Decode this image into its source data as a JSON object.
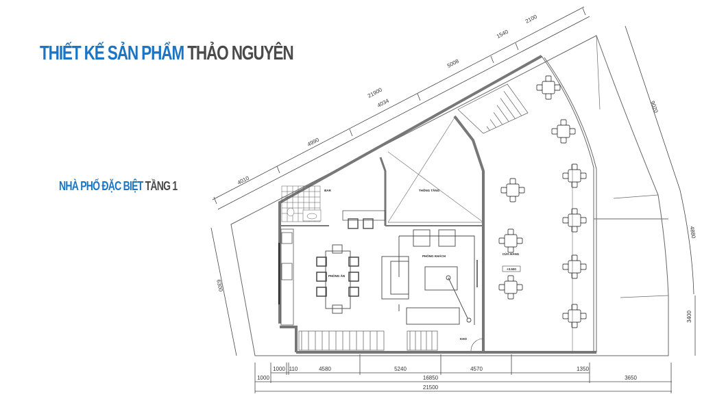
{
  "header": {
    "title_brand": "THIẾT KẾ SẢN PHẨM",
    "title_name": "THẢO NGUYÊN",
    "subtitle_type": "NHÀ PHỐ ĐẶC BIỆT",
    "subtitle_floor": "TẦNG 1",
    "colors": {
      "brand_blue": "#1b75c4",
      "dark_gray": "#4a4a4a",
      "wall": "#777777"
    }
  },
  "plan": {
    "rooms": {
      "bar": "BAR",
      "void": "THÔNG TẦNG",
      "living": "PHÒNG KHÁCH",
      "dining": "PHÒNG ĂN",
      "shop": "CỬA HÀNG",
      "shop_level": "+3.500",
      "storage": "KHO"
    },
    "dims_top": {
      "total": "21900",
      "d1": "4010",
      "d2": "4990",
      "d3": "4034",
      "d4": "5008",
      "d5": "1540",
      "d6": "2100"
    },
    "dims_right": {
      "d1": "9020",
      "d2": "4880",
      "d3": "3400"
    },
    "dims_left": {
      "d1": "6300"
    },
    "dims_bottom": {
      "row1": [
        "1000",
        "110",
        "4580",
        "5240",
        "4570",
        "1350"
      ],
      "row2": [
        "1000",
        "16850",
        "3650"
      ],
      "total": "21500"
    }
  }
}
